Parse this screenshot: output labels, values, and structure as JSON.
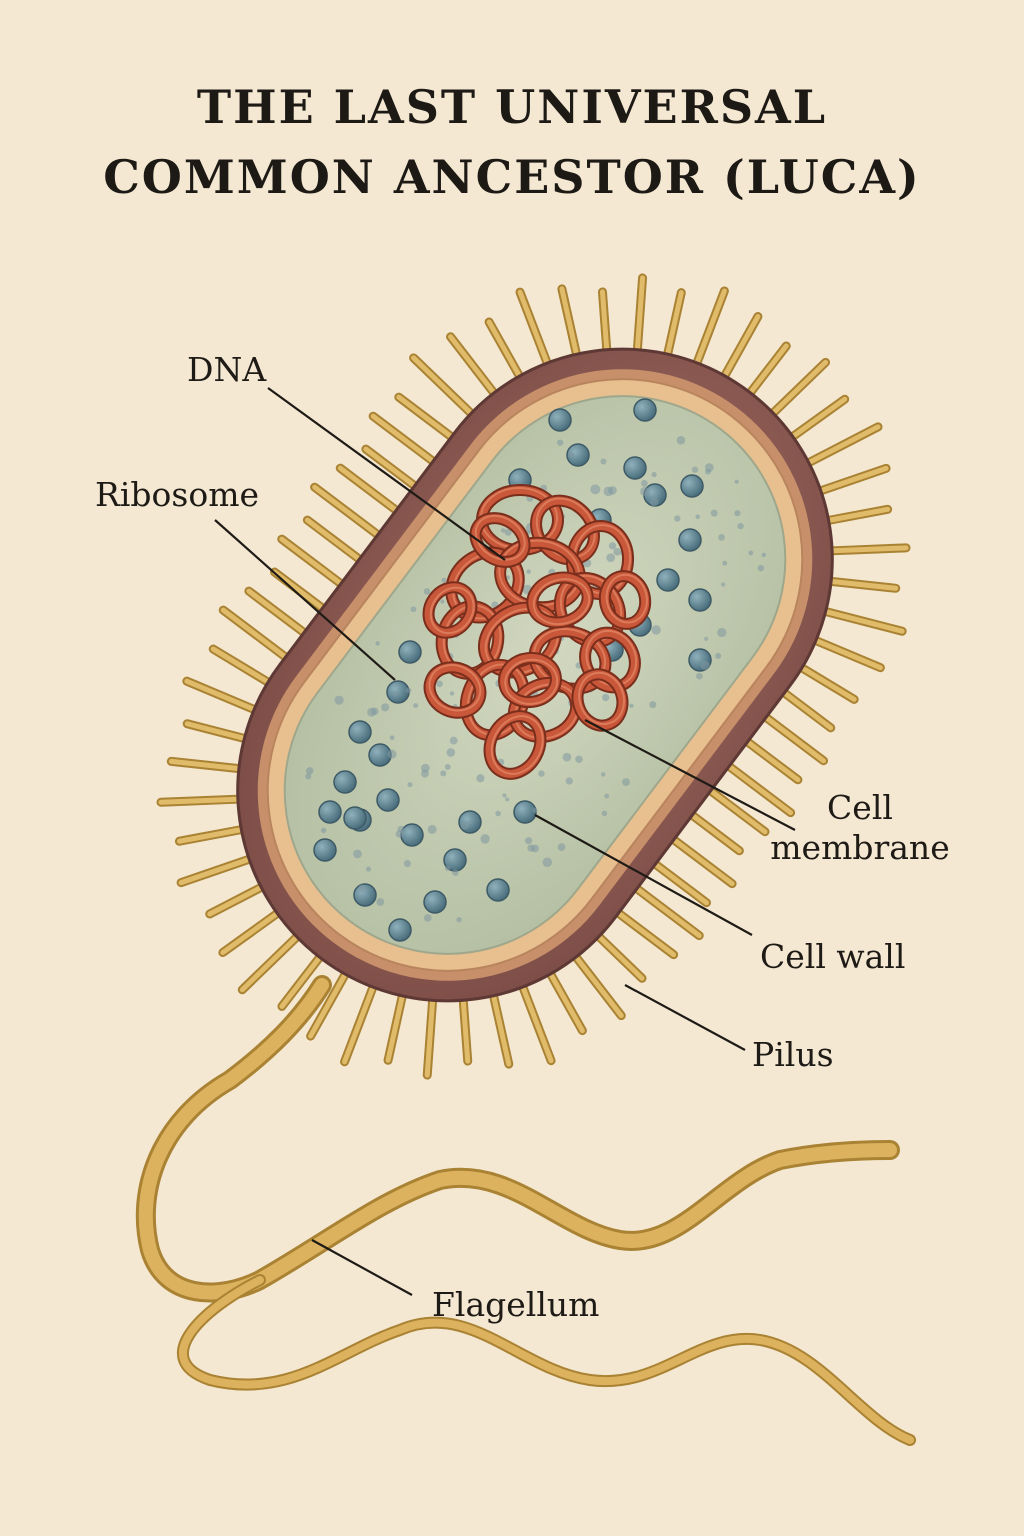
{
  "title": {
    "line1": "THE LAST UNIVERSAL",
    "line2": "COMMON ANCESTOR (LUCA)"
  },
  "labels": {
    "dna": "DNA",
    "ribosome": "Ribosome",
    "cell_membrane_line1": "Cell",
    "cell_membrane_line2": "membrane",
    "cell_wall": "Cell wall",
    "pilus": "Pilus",
    "flagellum": "Flagellum"
  },
  "colors": {
    "background": "#f4e8d2",
    "cell_wall": "#8e5c55",
    "membrane": "#e5b98a",
    "cytoplasm": "#c5cdb4",
    "ribosome": "#5f8593",
    "dna": "#c2563a",
    "pilus": "#d9b15c",
    "flagellum": "#d6ab56"
  }
}
